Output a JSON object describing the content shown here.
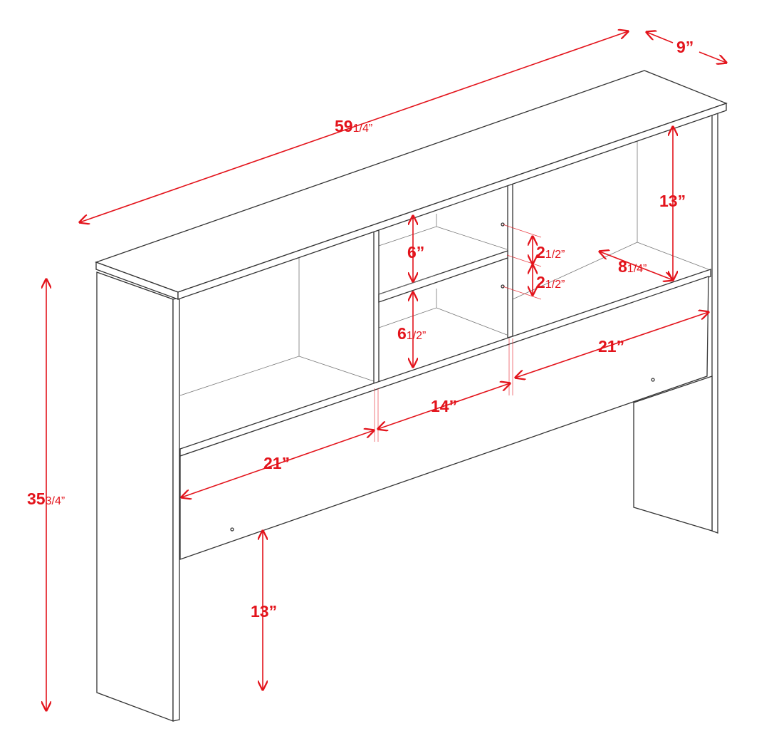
{
  "accent_color": "#e3131b",
  "dimensions": {
    "overall_width": {
      "whole": "59",
      "fraction": "1/4”"
    },
    "depth": {
      "whole": "9”",
      "fraction": ""
    },
    "overall_height": {
      "whole": "35",
      "fraction": "3/4”"
    },
    "right_cubby_height": {
      "whole": "13”",
      "fraction": ""
    },
    "upper_shelf_gap": {
      "whole": "6”",
      "fraction": ""
    },
    "shelf_hole_upper": {
      "whole": "2",
      "fraction": "1/2”"
    },
    "shelf_hole_lower": {
      "whole": "2",
      "fraction": "1/2”"
    },
    "shelf_depth": {
      "whole": "8",
      "fraction": "1/4”"
    },
    "lower_shelf_gap": {
      "whole": "6",
      "fraction": "1/2”"
    },
    "right_cubby_width": {
      "whole": "21”",
      "fraction": ""
    },
    "middle_cubby_width": {
      "whole": "14”",
      "fraction": ""
    },
    "left_cubby_width": {
      "whole": "21”",
      "fraction": ""
    },
    "leg_clearance": {
      "whole": "13”",
      "fraction": ""
    }
  }
}
